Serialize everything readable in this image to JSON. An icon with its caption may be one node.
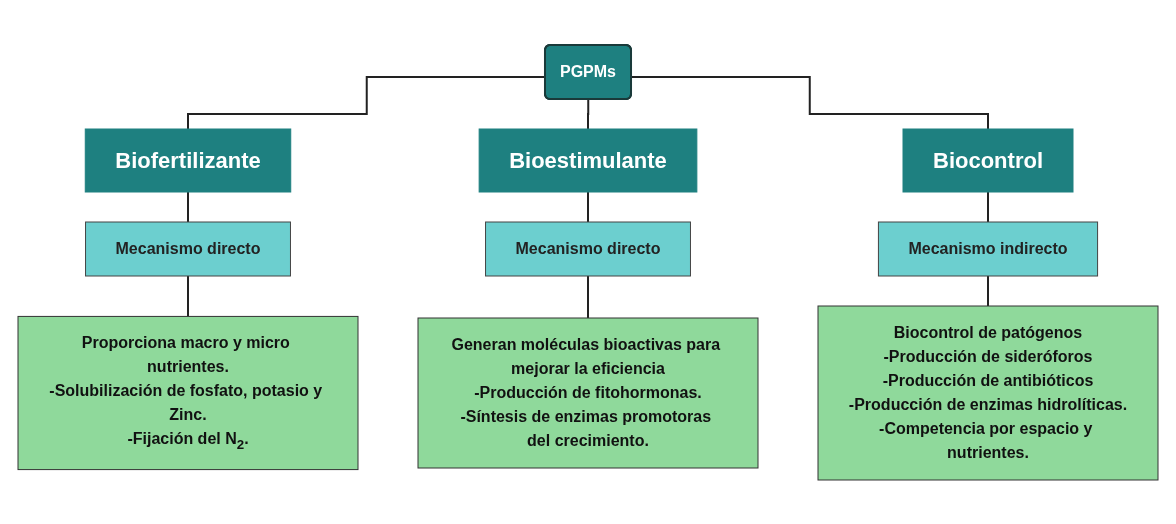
{
  "diagram": {
    "nodes": [
      {
        "text": [
          "PGPMs"
        ]
      },
      {
        "text": [
          "Biofertilizante"
        ]
      },
      {
        "text": [
          "Mecanismo directo"
        ]
      },
      {
        "text": [
          "Proporciona macro y micro nutrientes.",
          "-Solubilización de fosfato, potasio y Zinc.",
          "-Fijación del N$_{2}$."
        ]
      },
      {
        "text": [
          "Bioestimulante"
        ]
      },
      {
        "text": [
          "Mecanismo directo"
        ]
      },
      {
        "text": [
          "Generan moléculas bioactivas para mejorar la eficiencia",
          "-Producción de fitohormonas.",
          "-Síntesis de enzimas promotoras del crecimiento."
        ]
      },
      {
        "text": [
          "Biocontrol"
        ]
      },
      {
        "text": [
          "Mecanismo indirecto"
        ]
      },
      {
        "text": [
          "Biocontrol de patógenos",
          "-Producción de sideróforos",
          "-Producción de antibióticos",
          "-Producción de enzimas hidrolíticas.",
          "-Competencia por espacio y nutrientes."
        ]
      }
    ],
    "edges": [
      {
        "from": 0,
        "to": 1,
        "arrow": "none"
      },
      {
        "from": 0,
        "to": 4,
        "arrow": "none"
      },
      {
        "from": 0,
        "to": 7,
        "arrow": "none"
      },
      {
        "from": 1,
        "to": 2,
        "arrow": "none"
      },
      {
        "from": 2,
        "to": 3,
        "arrow": "none"
      },
      {
        "from": 4,
        "to": 5,
        "arrow": "none"
      },
      {
        "from": 5,
        "to": 6,
        "arrow": "none"
      },
      {
        "from": 7,
        "to": 8,
        "arrow": "none"
      },
      {
        "from": 8,
        "to": 9,
        "arrow": "none"
      }
    ]
  }
}
